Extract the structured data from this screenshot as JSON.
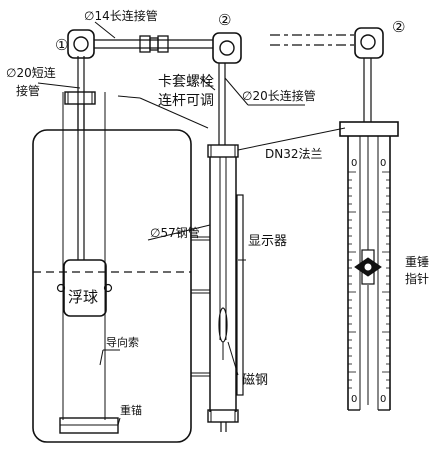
{
  "labels": {
    "num1": "①",
    "num2_center": "②",
    "num2_right": "②",
    "pipe14_long": "∅14长连接管",
    "pipe20_short_1": "∅20短连",
    "pipe20_short_2": "接管",
    "clamp_1": "卡套螺栓",
    "clamp_2": "连杆可调",
    "pipe20_long": "∅20长连接管",
    "flange": "DN32法兰",
    "steel_pipe": "∅57钢管",
    "display": "显示器",
    "float_ball": "浮球",
    "guide_wire": "导向索",
    "magnet_steel": "磁钢",
    "anchor": "重锚",
    "pointer_1": "重锤",
    "pointer_2": "指针",
    "scale_zero_left_top": "0",
    "scale_zero_right_top": "0",
    "scale_zero_left_bottom": "0",
    "scale_zero_right_bottom": "0"
  },
  "colors": {
    "ink": "#111111",
    "background": "#ffffff"
  }
}
